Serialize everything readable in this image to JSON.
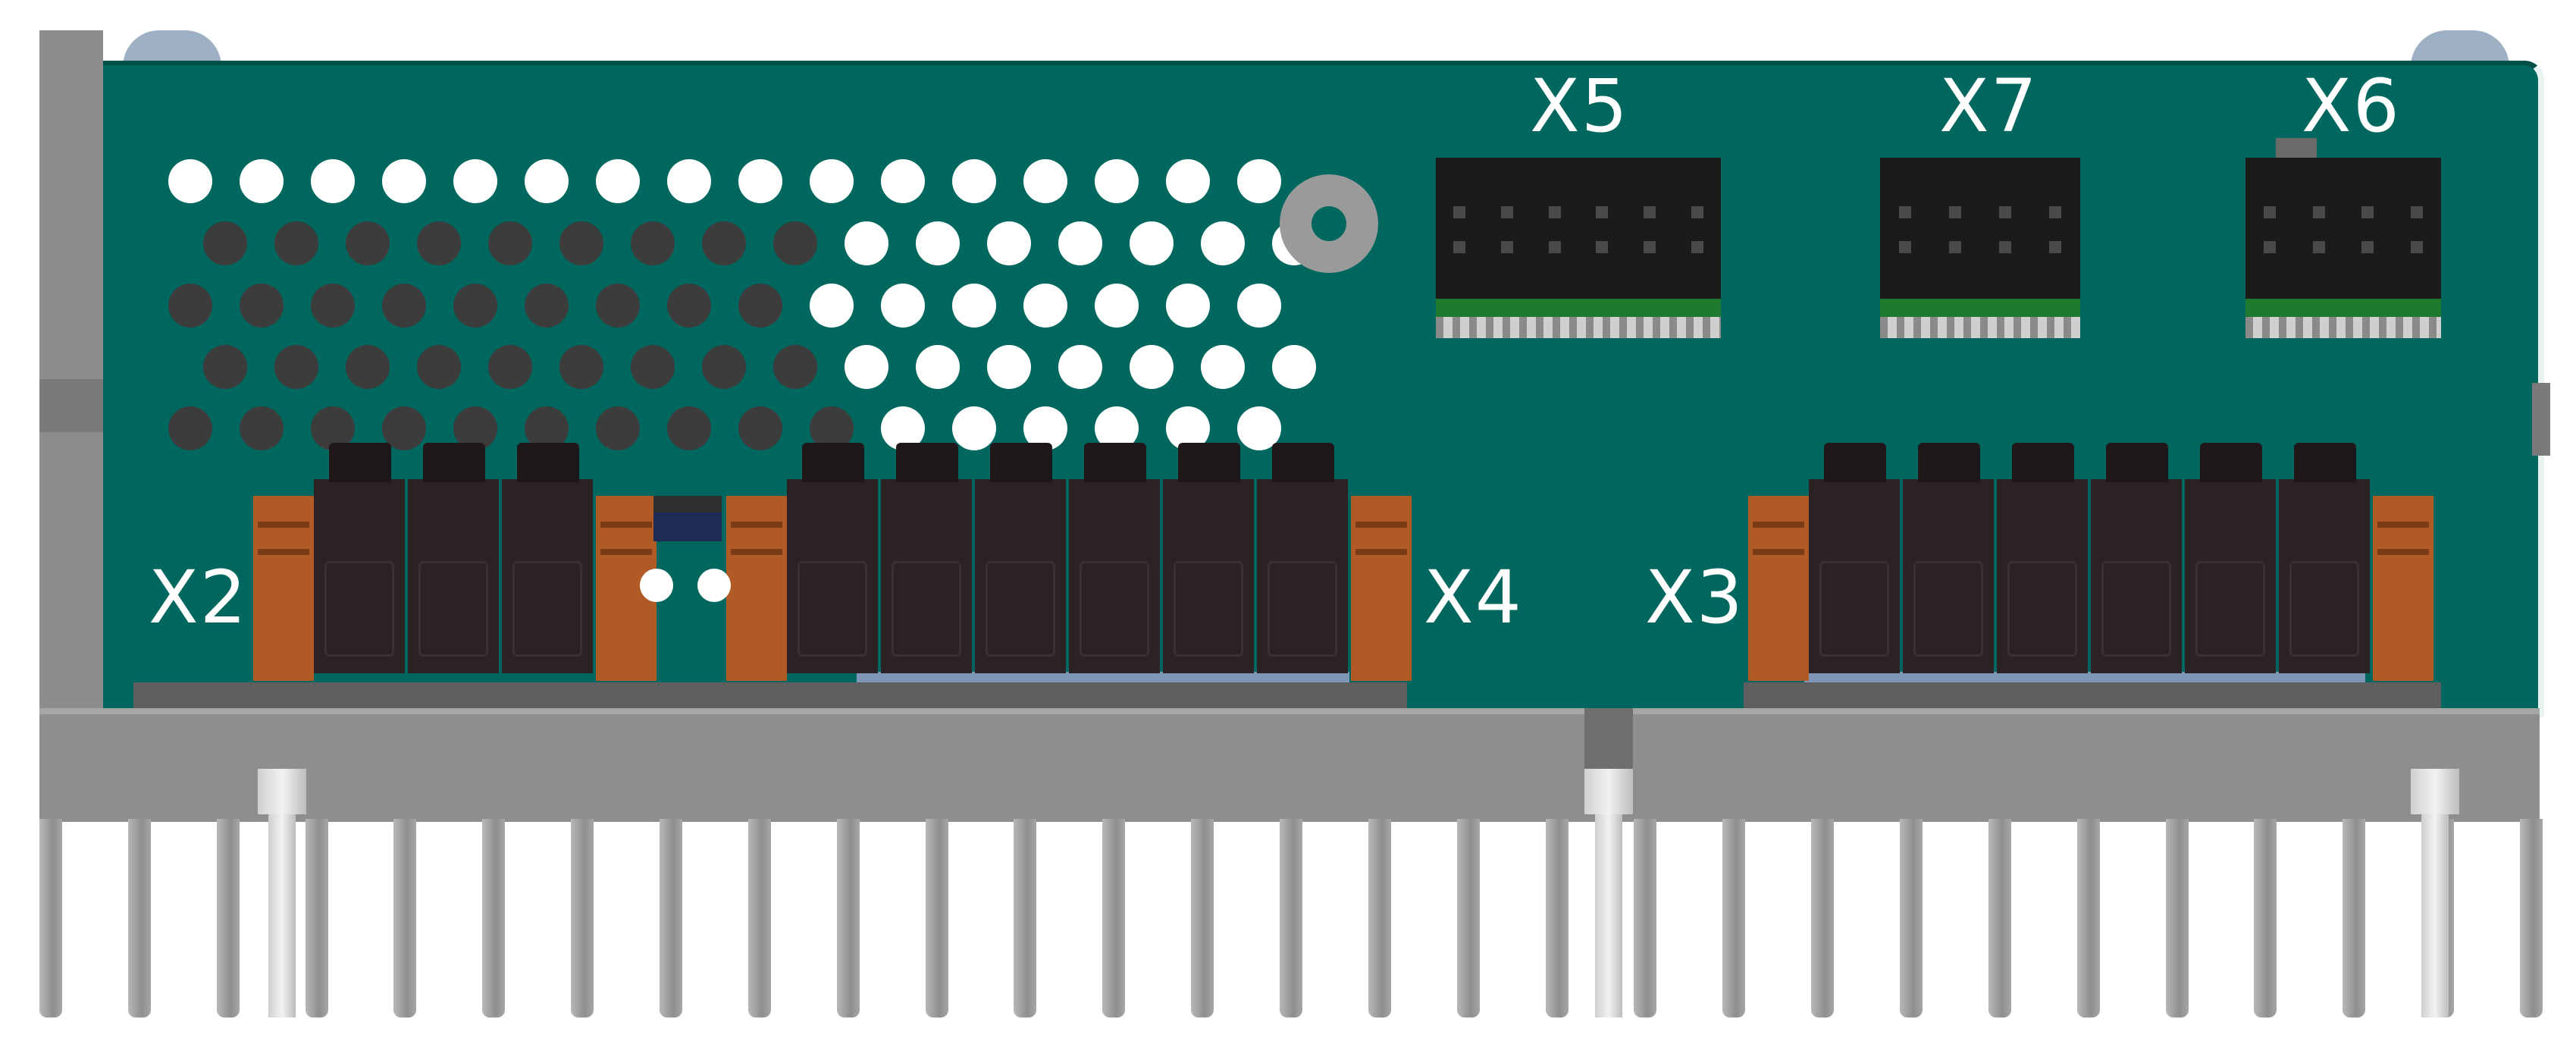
{
  "diagram": {
    "connector_labels": {
      "x2": "X2",
      "x3": "X3",
      "x4": "X4",
      "x5": "X5",
      "x6": "X6",
      "x7": "X7"
    },
    "colors": {
      "pcb": "#00675f",
      "heatsink": "#8e8e8e",
      "terminal": "#2c2226",
      "terminal_end": "#b05a26",
      "header_base": "#1d7a2e",
      "label": "#ffffff"
    }
  }
}
